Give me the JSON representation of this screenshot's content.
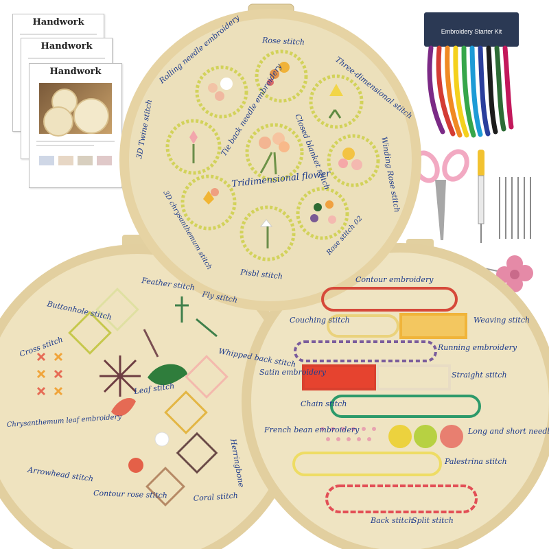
{
  "instruction_sheets": [
    {
      "title": "Handwork"
    },
    {
      "title": "Handwork"
    },
    {
      "title": "Handwork"
    }
  ],
  "starter_kit": {
    "label": "Embroidery Starter Kit"
  },
  "hoop_top": {
    "title": "Tridimensional flower",
    "labels": [
      "Rose stitch",
      "Rolling needle embroidery",
      "Three-dimensional stitch",
      "3D Twine stitch",
      "Tie back needle embroidery",
      "Closed blanket stitch",
      "Winding Rose stitch",
      "3D chrysanthemum stitch",
      "Pisbl stitch",
      "Rose stitch 02"
    ]
  },
  "hoop_left": {
    "labels": [
      "Buttonhole stitch",
      "Feather stitch",
      "Fly stitch",
      "Cross stitch",
      "Whipped back stitch",
      "Leaf stitch",
      "Chrysanthemum leaf embroidery",
      "Arrowhead stitch",
      "Contour rose stitch",
      "Coral stitch",
      "Herringbone"
    ]
  },
  "hoop_right": {
    "labels": [
      "Contour embroidery",
      "Couching stitch",
      "Weaving stitch",
      "Running embroidery",
      "Satin embroidery",
      "Straight stitch",
      "Chain stitch",
      "French bean embroidery",
      "Long and short needlesi",
      "Palestrina stitch",
      "Back stitch",
      "Split stitch"
    ]
  },
  "colors": {
    "fabric": "#efe3bf",
    "hoop_wood": "#e6d3a3",
    "ink": "#1f3c8c",
    "scissors": "#f2a9c2"
  }
}
